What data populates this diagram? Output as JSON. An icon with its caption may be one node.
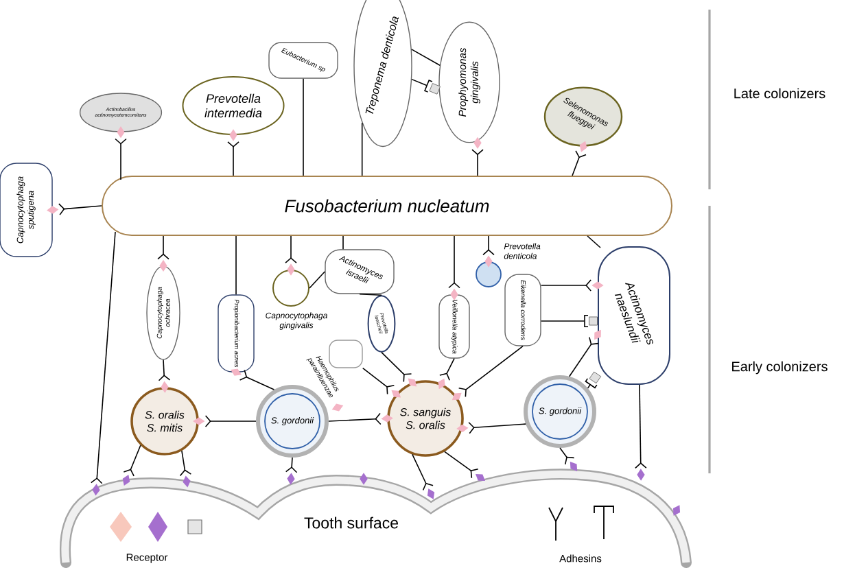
{
  "diagram": {
    "nodes": [
      {
        "text": [
          "Fusobacterium nucleatum"
        ]
      },
      {
        "text": [
          "Capnocytophaga sputigena"
        ]
      },
      {
        "text": [
          "Actinobacillus actinomycetemcomitans"
        ]
      },
      {
        "text": [
          "Prevotella intermedia"
        ]
      },
      {
        "text": [
          "Eubacterium sp"
        ]
      },
      {
        "text": [
          "Treponema denticola"
        ]
      },
      {
        "text": [
          "Prophyomonas gingivalis"
        ]
      },
      {
        "text": [
          "Selenomonas flueggei"
        ]
      },
      {
        "text": [
          "Capnocytophaga ochracea"
        ]
      },
      {
        "text": [
          "Propionibacterium acnes"
        ]
      },
      {
        "text": [],
        "shape": "circle",
        "beside": [
          "Capnocytophaga gingivalis"
        ]
      },
      {
        "text": [
          "Actinomyces israelii"
        ]
      },
      {
        "text": [
          "Prevotella loescheii"
        ]
      },
      {
        "text": [],
        "shape": "box",
        "beside": [
          "Haemophilus parainfluenzae"
        ]
      },
      {
        "text": [
          "Veillonella atypica"
        ]
      },
      {
        "text": [],
        "shape": "circle",
        "beside": [
          "Prevotella denticola"
        ]
      },
      {
        "text": [
          "Eikenella corrodens"
        ]
      },
      {
        "text": [
          "Actinomyces naeslundii"
        ]
      },
      {
        "text": [
          "S. oralis S. mitis"
        ]
      },
      {
        "text": [
          "S. gordonii"
        ]
      },
      {
        "text": [
          "S. sanguis S. oralis"
        ]
      },
      {
        "text": [
          "S. gordonii"
        ]
      },
      {
        "text": [
          "Tooth surface"
        ]
      }
    ],
    "edges": [
      {
        "from": 0,
        "to": 1,
        "arrow": "other"
      },
      {
        "from": 0,
        "to": 2,
        "arrow": "other"
      },
      {
        "from": 0,
        "to": 3,
        "arrow": "other"
      },
      {
        "from": 4,
        "to": 0,
        "arrow": "none"
      },
      {
        "from": 5,
        "to": 0,
        "arrow": "none"
      },
      {
        "from": 0,
        "to": 6,
        "arrow": "other"
      },
      {
        "from": 5,
        "to": 6,
        "arrow": "none"
      },
      {
        "from": 5,
        "to": 6,
        "arrow": "other"
      },
      {
        "from": 0,
        "to": 7,
        "arrow": "other"
      },
      {
        "from": 0,
        "to": 22,
        "arrow": "other"
      },
      {
        "from": 0,
        "to": 8,
        "arrow": "other"
      },
      {
        "from": 0,
        "to": 9,
        "arrow": "none"
      },
      {
        "from": 0,
        "to": 10,
        "arrow": "other"
      },
      {
        "from": 0,
        "to": 11,
        "arrow": "none"
      },
      {
        "from": 10,
        "to": 11,
        "arrow": "none"
      },
      {
        "from": 11,
        "to": 12,
        "arrow": "none"
      },
      {
        "from": 0,
        "to": 14,
        "arrow": "other"
      },
      {
        "from": 0,
        "to": 15,
        "arrow": "other"
      },
      {
        "from": 0,
        "to": 17,
        "arrow": "none"
      },
      {
        "from": 8,
        "to": 18,
        "arrow": "other"
      },
      {
        "from": 19,
        "to": 9,
        "arrow": "other"
      },
      {
        "from": 12,
        "to": 20,
        "arrow": "other"
      },
      {
        "from": 13,
        "to": 20,
        "arrow": "other"
      },
      {
        "from": 14,
        "to": 20,
        "arrow": "other"
      },
      {
        "from": 16,
        "to": 20,
        "arrow": "other"
      },
      {
        "from": 16,
        "to": 17,
        "arrow": "other"
      },
      {
        "from": 16,
        "to": 17,
        "arrow": "other"
      },
      {
        "from": 21,
        "to": 17,
        "arrow": "other"
      },
      {
        "from": 21,
        "to": 17,
        "arrow": "other"
      },
      {
        "from": 19,
        "to": 18,
        "arrow": "other"
      },
      {
        "from": 19,
        "to": 20,
        "arrow": "other"
      },
      {
        "from": 21,
        "to": 20,
        "arrow": "other"
      },
      {
        "from": 18,
        "to": 22,
        "arrow": "other"
      },
      {
        "from": 18,
        "to": 22,
        "arrow": "other"
      },
      {
        "from": 19,
        "to": 22,
        "arrow": "other"
      },
      {
        "from": 20,
        "to": 22,
        "arrow": "other"
      },
      {
        "from": 20,
        "to": 22,
        "arrow": "other"
      },
      {
        "from": 21,
        "to": 22,
        "arrow": "other"
      },
      {
        "from": 17,
        "to": 22,
        "arrow": "other"
      }
    ],
    "labels": [
      "Late colonizers",
      "Early colonizers"
    ],
    "legend": [
      {
        "text": "Receptor"
      },
      {
        "text": "Adhesins"
      }
    ]
  }
}
